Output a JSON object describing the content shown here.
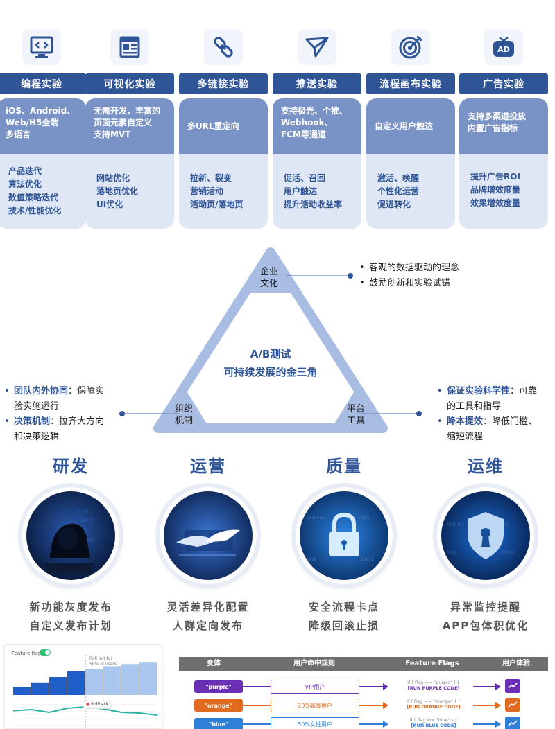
{
  "experiments": [
    {
      "icon": "code-screen-icon",
      "title": "编程实验",
      "desc": [
        "iOS、Android、",
        "Web/H5全端",
        "多语言"
      ],
      "uses": [
        "产品迭代",
        "算法优化",
        "数值策略迭代",
        "技术/性能优化"
      ]
    },
    {
      "icon": "layout-window-icon",
      "title": "可视化实验",
      "desc": [
        "无需开发，丰富的",
        "页面元素自定义",
        "支持MVT"
      ],
      "uses": [
        "网站优化",
        "落地页优化",
        "UI优化"
      ]
    },
    {
      "icon": "link-icon",
      "title": "多链接实验",
      "desc": [
        "多URL重定向"
      ],
      "uses": [
        "拉新、裂变",
        "营销活动",
        "活动页/落地页"
      ]
    },
    {
      "icon": "paper-plane-icon",
      "title": "推送实验",
      "desc": [
        "支持极光、个推、",
        "Webhook、",
        "FCM等通道"
      ],
      "uses": [
        "促活、召回",
        "用户触达",
        "提升活动收益率"
      ]
    },
    {
      "icon": "target-icon",
      "title": "流程画布实验",
      "desc": [
        "自定义用户触达"
      ],
      "uses": [
        "激活、唤醒",
        "个性化运营",
        "促进转化"
      ]
    },
    {
      "icon": "ad-tv-icon",
      "title": "广告实验",
      "icon_text": "AD",
      "desc": [
        "支持多渠道投放",
        "内置广告指标"
      ],
      "uses": [
        "提升广告ROI",
        "品牌增效度量",
        "效果增效度量"
      ]
    }
  ],
  "triangle": {
    "center_line1": "A/B测试",
    "center_line2": "可持续发展的金三角",
    "top": {
      "line1": "企业",
      "line2": "文化"
    },
    "left": {
      "line1": "组织",
      "line2": "机制"
    },
    "right": {
      "line1": "平台",
      "line2": "工具"
    },
    "top_bullets": [
      "客观的数据驱动的理念",
      "鼓励创新和实验试错"
    ],
    "left_bullets": [
      {
        "kw": "团队内外协同",
        "rest1": "：保障实",
        "rest2": "验实施运行"
      },
      {
        "kw": "决策机制",
        "rest1": "：拉齐大方向",
        "rest2": "和决策逻辑"
      }
    ],
    "right_bullets": [
      {
        "kw": "保证实验科学性",
        "rest1": "：可靠",
        "rest2": "的工具和指导"
      },
      {
        "kw": "降本提效",
        "rest1": "：降低门槛、",
        "rest2": "缩短流程"
      }
    ]
  },
  "roles": [
    {
      "title": "研发",
      "icon": "hacker-icon",
      "lines": [
        "新功能灰度发布",
        "自定义发布计划"
      ]
    },
    {
      "title": "运营",
      "icon": "handshake-icon",
      "lines": [
        "灵活差异化配置",
        "人群定向发布"
      ]
    },
    {
      "title": "质量",
      "icon": "padlock-icon",
      "lines": [
        "安全流程卡点",
        "降级回滚止损"
      ]
    },
    {
      "title": "运维",
      "icon": "shield-keyhole-icon",
      "lines": [
        "异常监控提醒",
        "APP包体积优化"
      ]
    }
  ],
  "mini_chart": {
    "label": "Feature flag",
    "note": [
      "Roll out for",
      "50% of users"
    ],
    "rollback": "Rollback",
    "bars": [
      0.22,
      0.35,
      0.5,
      0.66,
      0.72,
      0.8,
      0.86,
      0.9
    ],
    "bar_colors": [
      "#1f5ec7",
      "#1f5ec7",
      "#1f5ec7",
      "#1f5ec7",
      "#a9c6ee",
      "#a9c6ee",
      "#a9c6ee",
      "#a9c6ee"
    ],
    "green_line": [
      0.55,
      0.58,
      0.5,
      0.62,
      0.66,
      0.6,
      0.5,
      0.48,
      0.42
    ]
  },
  "flags_table": {
    "headers": [
      "变体",
      "用户命中规则",
      "Feature Flags",
      "用户体验"
    ],
    "rows": [
      {
        "variant": "\"purple\"",
        "rule": "VIP用户",
        "code1": "if ( flag == \"purple\" ) {",
        "code2": "[RUN PURPLE CODE]",
        "color": "#6a2fb5"
      },
      {
        "variant": "\"orange\"",
        "rule": "20%高线用户",
        "code1": "if ( flag == \"orange\" ) {",
        "code2": "[RUN ORANGE CODE]",
        "color": "#e26a1f"
      },
      {
        "variant": "\"blue\"",
        "rule": "50%女性用户",
        "code1": "if ( flag == \"blue\" ) {",
        "code2": "[RUN BLUE CODE]",
        "color": "#2f7fd8"
      }
    ]
  },
  "colors": {
    "primary": "#2f5597",
    "tile": "#7a93c7",
    "light": "#dfe7f5",
    "triangle": "#a9bde3"
  }
}
